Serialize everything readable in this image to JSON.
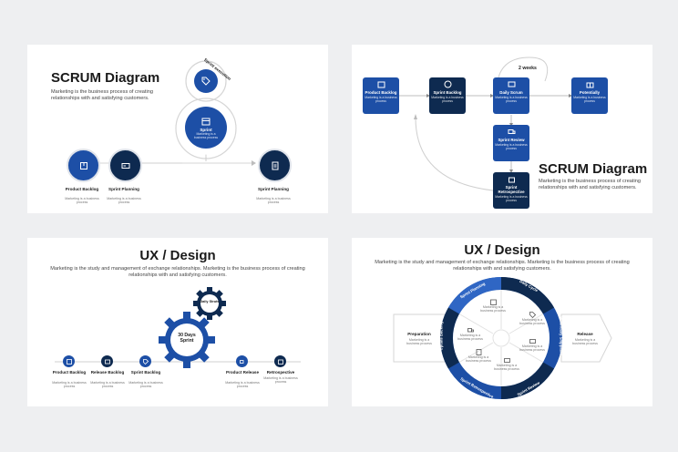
{
  "slide1": {
    "title": "SCRUM Diagram",
    "description": "Marketing is the business process of creating relationships with and satisfying customers.",
    "sprint_execution_label": "Sprint execution",
    "sprint": {
      "label": "Sprint",
      "sub": "Marketing is a business process"
    },
    "steps": [
      {
        "label": "Product Backlog",
        "sub": "Marketing is a business process"
      },
      {
        "label": "Sprint Planning",
        "sub": "Marketing is a business process"
      },
      {
        "label": "Sprint Planning",
        "sub": "Marketing is a business process"
      }
    ],
    "colors": {
      "dark": "#0e2a50",
      "blue": "#1d4fa6"
    }
  },
  "slide2": {
    "title": "SCRUM Diagram",
    "description": "Marketing is the business process of creating relationships with and satisfying customers.",
    "two_weeks": "2 weeks",
    "boxes": [
      {
        "label": "Product Backlog",
        "sub": "Marketing is a business process"
      },
      {
        "label": "Sprint Backlog",
        "sub": "Marketing is a business process"
      },
      {
        "label": "Daily Scrum",
        "sub": "Marketing is a business process"
      },
      {
        "label": "Potentially",
        "sub": "Marketing is a business process"
      },
      {
        "label": "Sprint Review",
        "sub": "Marketing is a business process"
      },
      {
        "label": "Sprint Retrospective",
        "sub": "Marketing is a business process"
      }
    ]
  },
  "slide3": {
    "title": "UX / Design",
    "description": "Marketing is the study and management of exchange relationships. Marketing is the business process of creating relationships with and satisfying customers.",
    "big_gear": "30 Days Sprint",
    "small_gear": "Daily Struts",
    "steps": [
      {
        "label": "Product Backlog",
        "sub": "Marketing is a business process"
      },
      {
        "label": "Release Backlog",
        "sub": "Marketing is a business process"
      },
      {
        "label": "Sprint Backlog",
        "sub": "Marketing is a business process"
      },
      {
        "label": "Product Release",
        "sub": "Marketing is a business process"
      },
      {
        "label": "Retrospective",
        "sub": "Marketing is a business process"
      }
    ]
  },
  "slide4": {
    "title": "UX / Design",
    "description": "Marketing is the study and management of exchange relationships. Marketing is the business process of creating relationships with and satisfying customers.",
    "ring_labels": [
      "Sprint Planning",
      "Daily Cycle",
      "Potentially Shippable",
      "Sprint Review",
      "Sprint Retrospective",
      "Update Backlog"
    ],
    "left": {
      "label": "Preparation",
      "sub": "Marketing is a business process"
    },
    "right": {
      "label": "Release",
      "sub": "Marketing is a business process"
    },
    "inner_sub": "Marketing is a business process"
  }
}
